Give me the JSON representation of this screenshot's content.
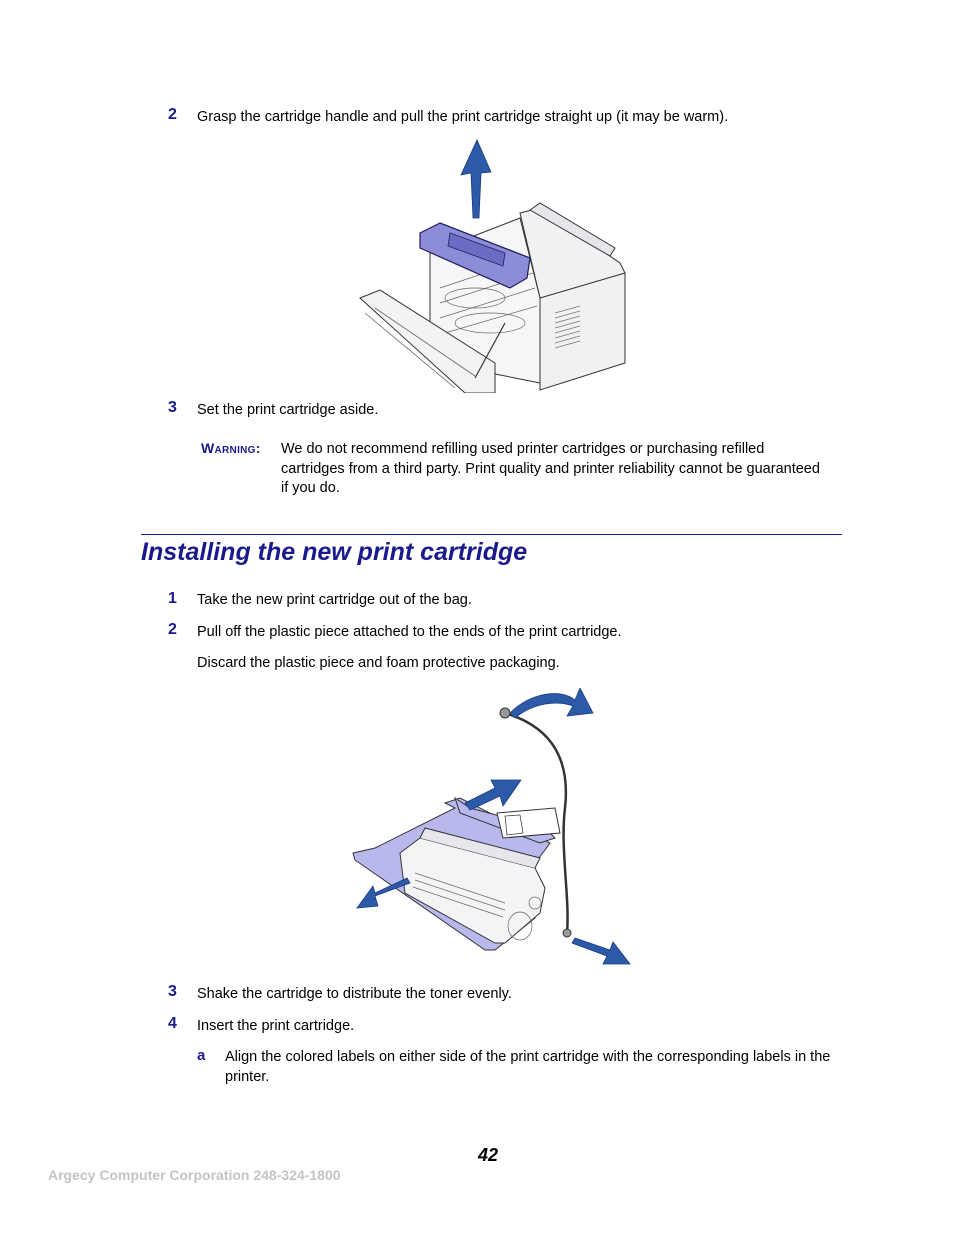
{
  "section1": {
    "steps": [
      {
        "num": "2",
        "text": "Grasp the cartridge handle and pull the print cartridge straight up (it may be warm)."
      },
      {
        "num": "3",
        "text": "Set the print cartridge aside."
      }
    ],
    "warning": {
      "label": "Warning:",
      "text": "We do not recommend refilling used printer cartridges or purchasing refilled cartridges from a third party. Print quality and printer reliability cannot be guaranteed if you do."
    }
  },
  "section2": {
    "heading": "Installing the new print cartridge",
    "steps": [
      {
        "num": "1",
        "text": "Take the new print cartridge out of the bag."
      },
      {
        "num": "2",
        "text": "Pull off the plastic piece attached to the ends of the print cartridge."
      },
      {
        "num": "",
        "text": "Discard the plastic piece and foam protective packaging."
      },
      {
        "num": "3",
        "text": "Shake the cartridge to distribute the toner evenly."
      },
      {
        "num": "4",
        "text": "Insert the print cartridge."
      }
    ],
    "substep": {
      "letter": "a",
      "text": "Align the colored labels on either side of the print cartridge with the corresponding labels in the printer."
    }
  },
  "footer": {
    "page_number": "42",
    "company": "Argecy Computer Corporation 248-324-1800"
  },
  "colors": {
    "accent": "#1a1a8c",
    "arrow": "#2d5aa8",
    "cartridge": "#8c8cd8",
    "footer": "#c4c4c4"
  }
}
